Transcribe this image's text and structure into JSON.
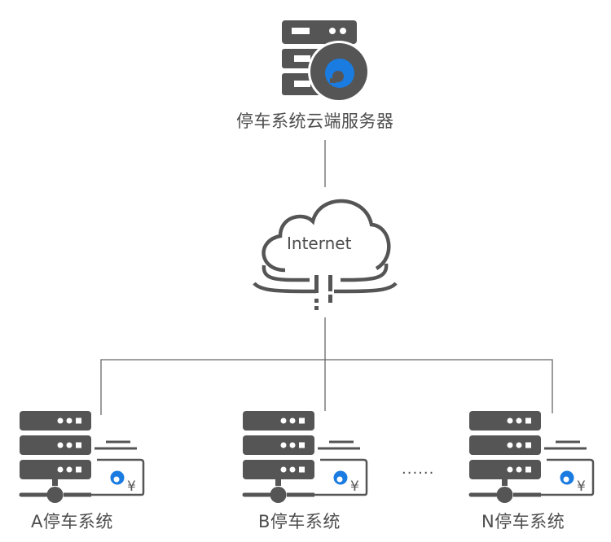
{
  "diagram": {
    "cloud_server": {
      "label": "停车系统云端服务器",
      "icon": "cloud-server-icon"
    },
    "internet": {
      "label": "Internet",
      "icon": "cloud-icon"
    },
    "parking_systems": [
      {
        "label": "A停车系统",
        "icon": "parking-server-payment-icon"
      },
      {
        "label": "B停车系统",
        "icon": "parking-server-payment-icon"
      },
      {
        "label": "N停车系统",
        "icon": "parking-server-payment-icon"
      }
    ],
    "ellipsis": "......",
    "currency_symbol": "¥",
    "colors": {
      "icon_gray": "#555555",
      "accent_blue": "#1a7be0",
      "line_gray": "#555555"
    }
  }
}
